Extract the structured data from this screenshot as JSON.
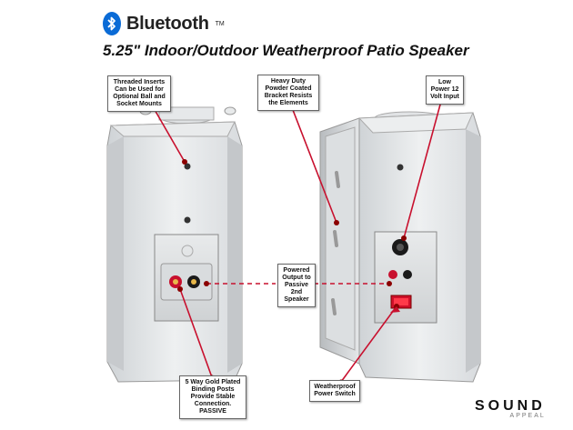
{
  "logo": {
    "word": "Bluetooth",
    "tm": "TM",
    "color": "#0a6bd6"
  },
  "title": "5.25\" Indoor/Outdoor Weatherproof Patio Speaker",
  "callouts": {
    "threaded": "Threaded Inserts Can be Used for Optional Ball and Socket Mounts",
    "bracket": "Heavy Duty Powder Coated Bracket Resists the Elements",
    "low_power": "Low Power 12 Volt Input",
    "powered": "Powered Output to Passive 2nd Speaker",
    "binding": "5 Way Gold Plated Binding Posts Provide Stable Connection. PASSIVE",
    "switch": "Weatherproof Power Switch"
  },
  "brand": {
    "main": "SOUND",
    "sub": "APPEAL"
  },
  "colors": {
    "accent": "#c8102e",
    "dot": "#8b0000"
  }
}
